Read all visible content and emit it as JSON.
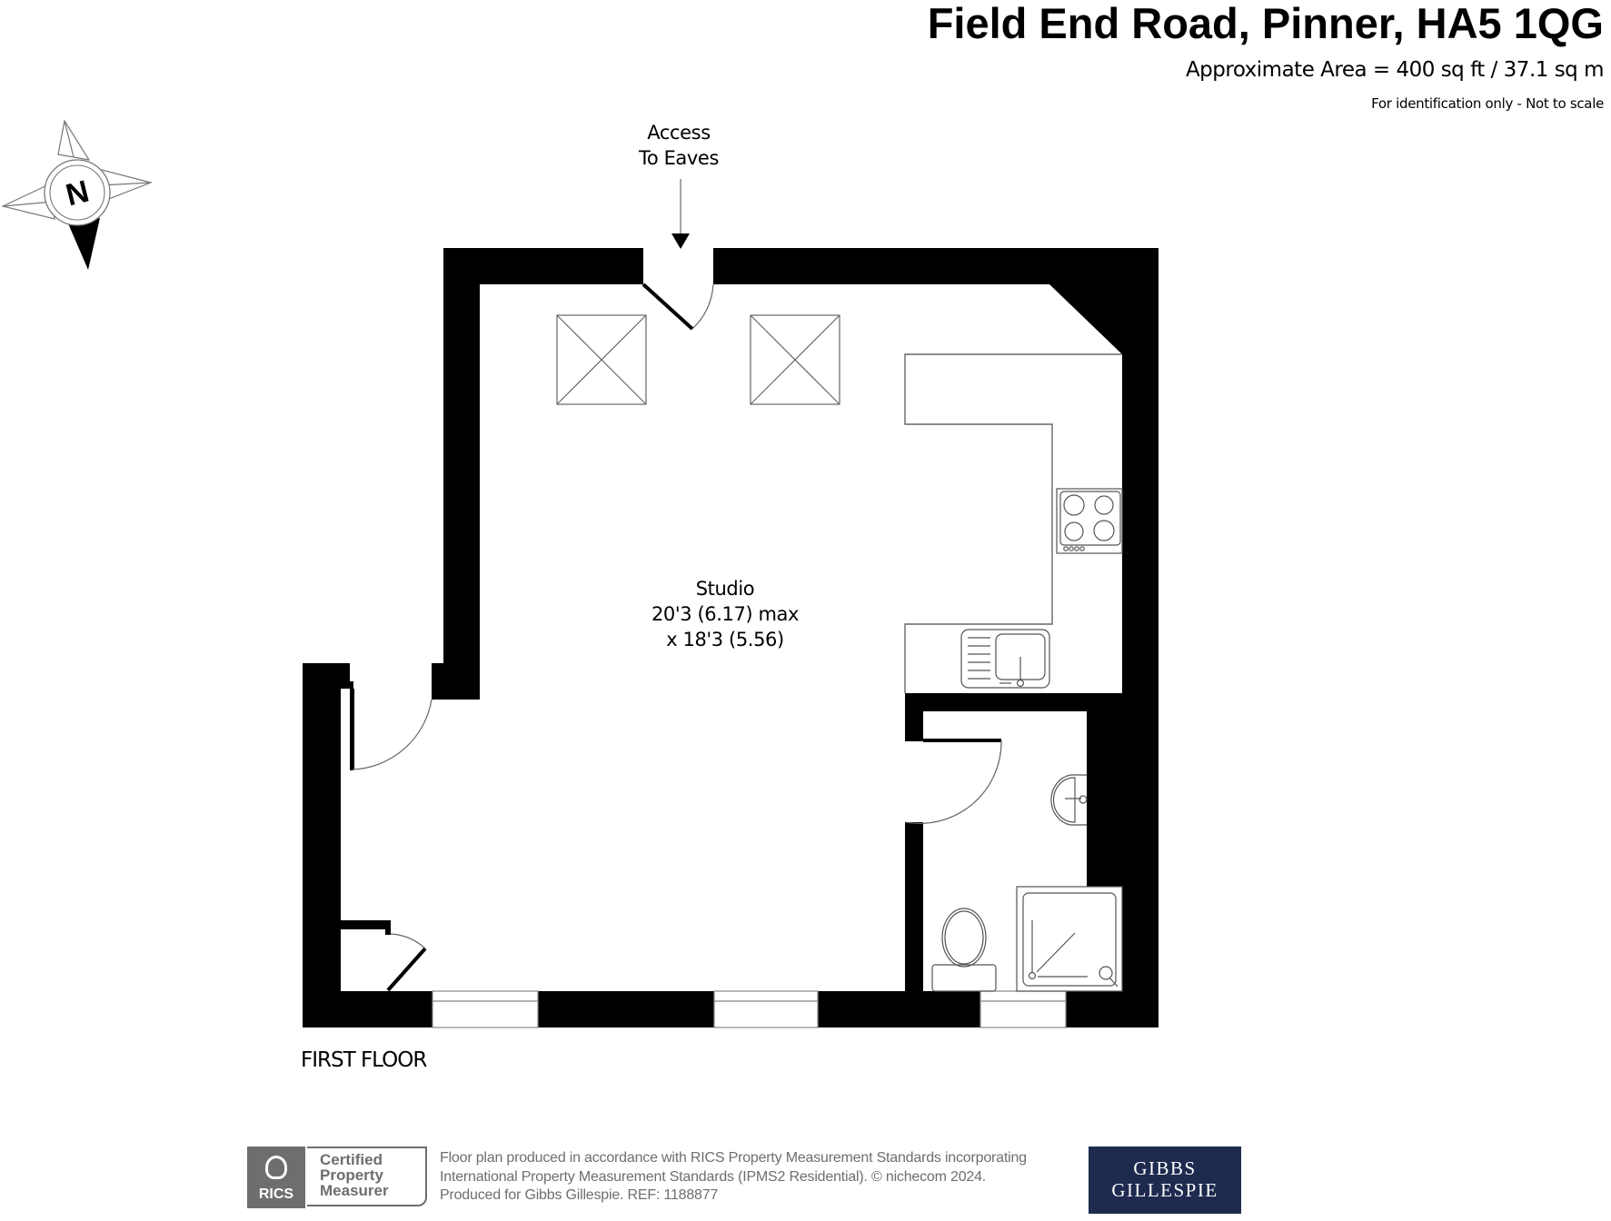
{
  "header": {
    "title": "Field End Road, Pinner, HA5 1QG",
    "area": "Approximate Area = 400 sq ft / 37.1 sq m",
    "scale_note": "For identification only - Not to scale"
  },
  "compass": {
    "label": "N",
    "icon": "compass-rose-icon"
  },
  "annotations": {
    "eaves_line1": "Access",
    "eaves_line2": "To Eaves"
  },
  "rooms": [
    {
      "name": "Studio",
      "dim_line1": "20'3 (6.17) max",
      "dim_line2": "x 18'3 (5.56)"
    }
  ],
  "floor_label": "FIRST FLOOR",
  "footer": {
    "rics_label": "RICS",
    "cert_line1": "Certified",
    "cert_line2": "Property",
    "cert_line3": "Measurer",
    "disclaimer_line1": "Floor plan produced in accordance with RICS Property Measurement Standards incorporating",
    "disclaimer_line2": "International Property Measurement Standards (IPMS2 Residential).   © nichecom 2024.",
    "disclaimer_line3": "Produced for Gibbs Gillespie.   REF:  1188877",
    "brand_line1": "GIBBS",
    "brand_line2": "GILLESPIE",
    "brand_color": "#1f2a4f"
  },
  "colors": {
    "wall": "#000000",
    "fixture_line": "#555555",
    "muted_text": "#6d6e70"
  }
}
